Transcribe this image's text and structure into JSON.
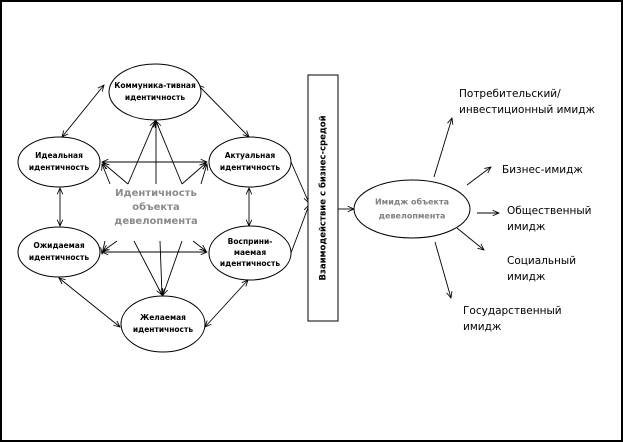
{
  "diagram": {
    "identity_nodes": [
      {
        "id": "communicative",
        "lines": [
          "Коммуника-тивная",
          "идентичность"
        ]
      },
      {
        "id": "ideal",
        "lines": [
          "Идеальная",
          "идентичность"
        ]
      },
      {
        "id": "actual",
        "lines": [
          "Актуальная",
          "идентичность"
        ]
      },
      {
        "id": "expected",
        "lines": [
          "Ожидаемая",
          "идентичность"
        ]
      },
      {
        "id": "perceived",
        "lines": [
          "Восприни-",
          "маемая",
          "идентичность"
        ]
      },
      {
        "id": "desired",
        "lines": [
          "Желаемая",
          "идентичность"
        ]
      }
    ],
    "hub": {
      "lines": [
        "Идентичность",
        "объекта",
        "девелопмента"
      ]
    },
    "interaction_box": {
      "label": "Взаимодействие с бизнес-средой"
    },
    "image_node": {
      "lines": [
        "Имидж объекта",
        "девелопмента"
      ]
    },
    "outputs": [
      {
        "id": "consumer",
        "lines": [
          "Потребительский/",
          "инвестиционный имидж"
        ]
      },
      {
        "id": "business",
        "lines": [
          "Бизнес-имидж"
        ]
      },
      {
        "id": "public",
        "lines": [
          "Общественный",
          "имидж"
        ]
      },
      {
        "id": "social",
        "lines": [
          "Социальный",
          "имидж"
        ]
      },
      {
        "id": "state",
        "lines": [
          "Государственный",
          "имидж"
        ]
      }
    ],
    "colors": {
      "line": "#000000",
      "hub_text": "#8a8a8a",
      "image_text": "#808080"
    }
  }
}
